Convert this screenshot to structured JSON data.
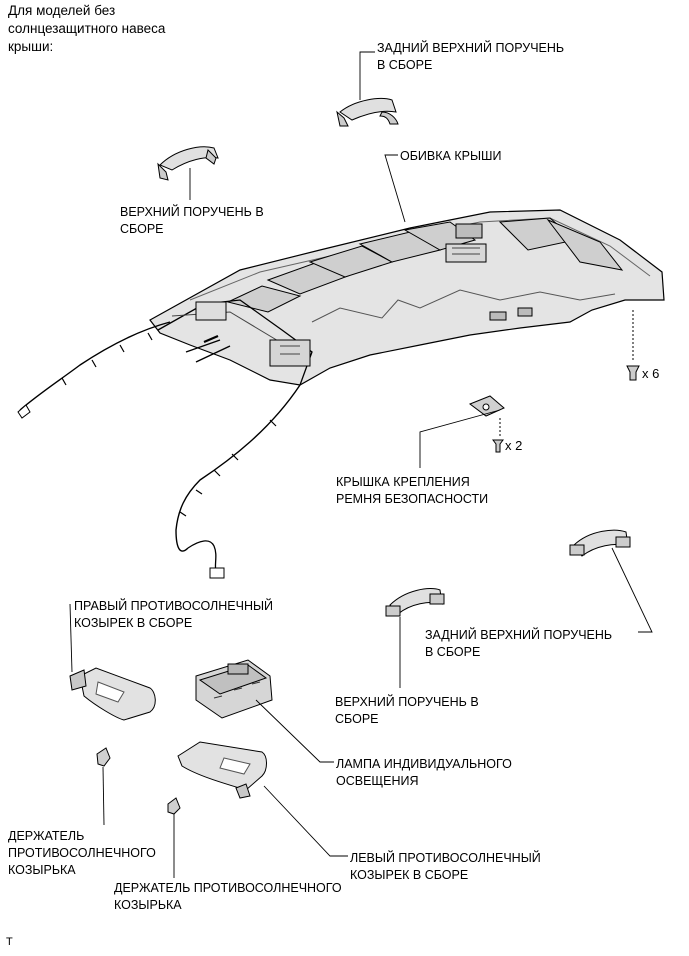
{
  "note": "Для моделей без\nсолнцезащитного навеса\nкрыши:",
  "labels": {
    "rear_grip_top": "ЗАДНИЙ ВЕРХНИЙ ПОРУЧЕНЬ\nВ СБОРЕ",
    "roof_lining": "ОБИВКА КРЫШИ",
    "grip_top": "ВЕРХНИЙ ПОРУЧЕНЬ В\nСБОРЕ",
    "belt_cover": "КРЫШКА КРЕПЛЕНИЯ\nРЕМНЯ БЕЗОПАСНОСТИ",
    "right_visor": "ПРАВЫЙ ПРОТИВОСОЛНЕЧНЫЙ\nКОЗЫРЕК В СБОРЕ",
    "rear_grip_right": "ЗАДНИЙ ВЕРХНИЙ ПОРУЧЕНЬ\nВ СБОРЕ",
    "grip_mid": "ВЕРХНИЙ ПОРУЧЕНЬ В\nСБОРЕ",
    "room_lamp": "ЛАМПА ИНДИВИДУАЛЬНОГО\nОСВЕЩЕНИЯ",
    "holder_left": "ДЕРЖАТЕЛЬ\nПРОТИВОСОЛНЕЧНОГО\nКОЗЫРЬКА",
    "holder_mid": "ДЕРЖАТЕЛЬ ПРОТИВОСОЛНЕЧНОГО\nКОЗЫРЬКА",
    "left_visor": "ЛЕВЫЙ ПРОТИВОСОЛНЕЧНЫЙ\nКОЗЫРЕК В СБОРЕ"
  },
  "quantities": {
    "clips": "x 6",
    "screws": "x 2"
  },
  "footer_mark": "T"
}
